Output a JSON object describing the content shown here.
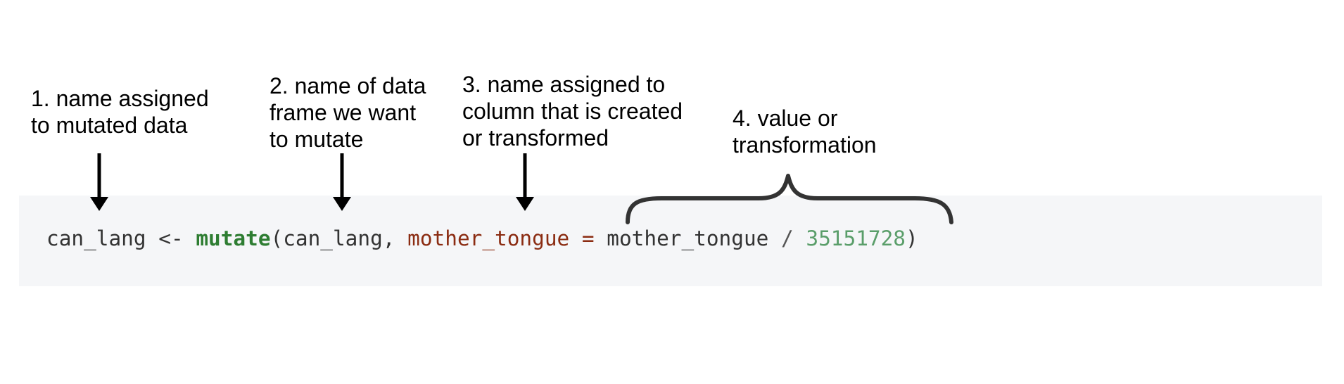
{
  "annotations": [
    {
      "id": "1",
      "lines": [
        "1.  name assigned",
        "to mutated data"
      ]
    },
    {
      "id": "2",
      "lines": [
        "2. name of data",
        "frame we want",
        "to mutate"
      ]
    },
    {
      "id": "3",
      "lines": [
        "3. name assigned to",
        "column that is created",
        "or transformed"
      ]
    },
    {
      "id": "4",
      "lines": [
        "4. value or",
        "transformation"
      ]
    }
  ],
  "code": {
    "tokens": [
      {
        "text": "can_lang <- ",
        "color": "#333333",
        "bold": false
      },
      {
        "text": "mutate",
        "color": "#2e7d32",
        "bold": true
      },
      {
        "text": "(can_lang, ",
        "color": "#333333",
        "bold": false
      },
      {
        "text": "mother_tongue",
        "color": "#8b2c12",
        "bold": false
      },
      {
        "text": " = ",
        "color": "#8b2c12",
        "bold": false
      },
      {
        "text": "mother_tongue",
        "color": "#333333",
        "bold": false
      },
      {
        "text": " / ",
        "color": "#555555",
        "bold": false
      },
      {
        "text": "35151728",
        "color": "#5a9e6a",
        "bold": false
      },
      {
        "text": ")",
        "color": "#333333",
        "bold": false
      }
    ]
  },
  "colors": {
    "code_background": "#f5f6f8",
    "arrow": "#000000",
    "brace": "#333333"
  }
}
